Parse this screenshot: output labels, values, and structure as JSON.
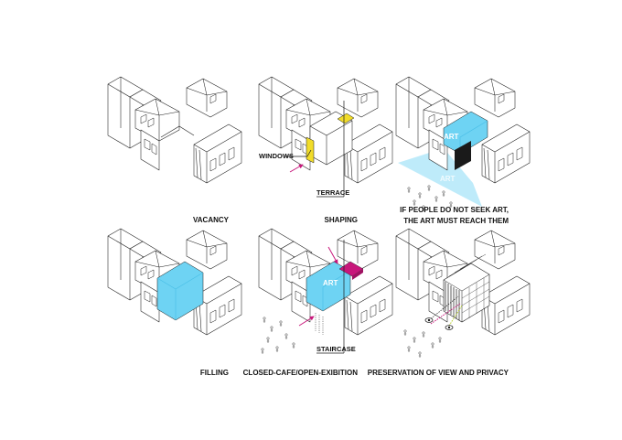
{
  "panels": [
    {
      "id": "vacancy",
      "caption": "VACANCY"
    },
    {
      "id": "shaping",
      "caption": "SHAPING",
      "labels": {
        "windows": "WINDOWS",
        "terrace": "TERRACE"
      }
    },
    {
      "id": "reach",
      "caption_line1": "IF PEOPLE DO NOT SEEK ART,",
      "caption_line2": "THE ART MUST REACH THEM",
      "art": "ART",
      "art_reflect": "ART"
    },
    {
      "id": "filling",
      "caption": "FILLING"
    },
    {
      "id": "cafe",
      "caption": "CLOSED-CAFE/OPEN-EXIBITION",
      "art": "ART",
      "labels": {
        "staircase": "STAIRCASE"
      }
    },
    {
      "id": "view",
      "caption": "PRESERVATION OF VIEW AND PRIVACY"
    }
  ],
  "colors": {
    "art_blue": "#6ed3f3",
    "art_blue_dark": "#46bde6",
    "window_yellow": "#f1dc2a",
    "magenta": "#c8177b",
    "green": "#b6cf2a",
    "facade_black": "#1a1a1a"
  },
  "icons": [
    "eye-icon",
    "person-icon",
    "arrow-icon"
  ]
}
